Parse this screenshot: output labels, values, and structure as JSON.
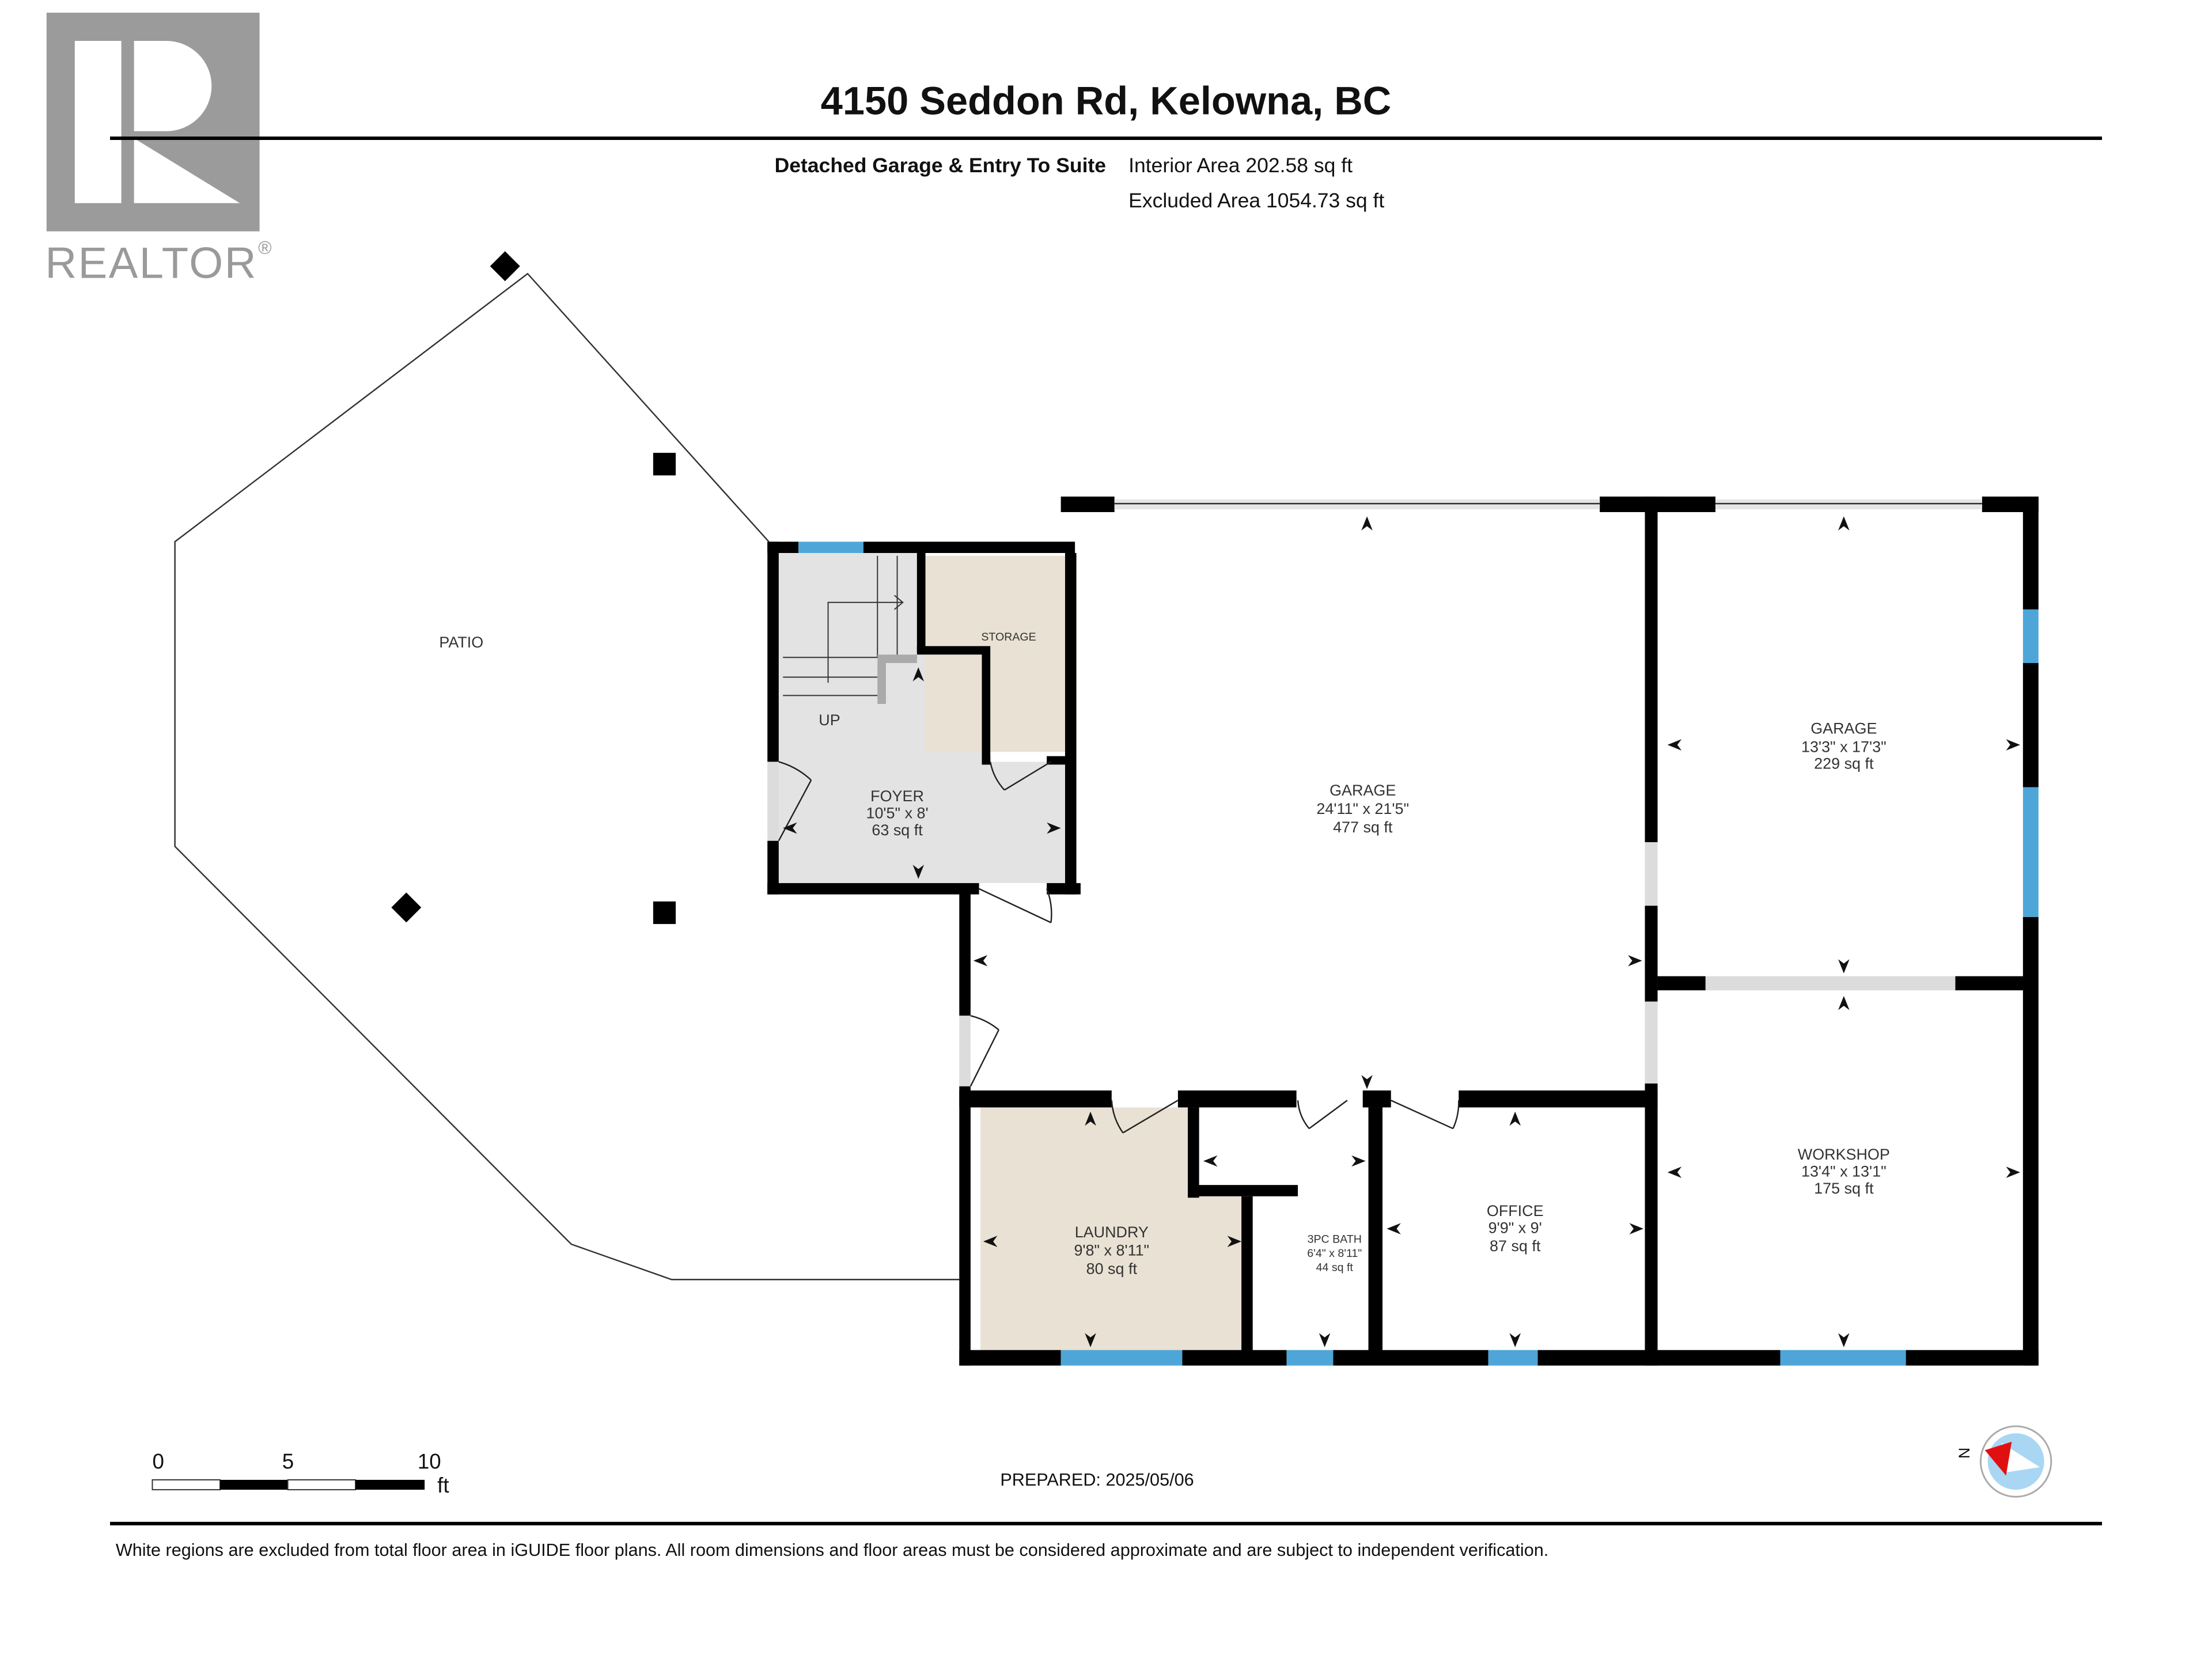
{
  "header": {
    "logo_text": "REALTOR",
    "logo_mark": "®",
    "address": "4150 Seddon Rd, Kelowna, BC",
    "floor_name": "Detached Garage & Entry To Suite",
    "interior_area": "Interior Area 202.58 sq ft",
    "excluded_area": "Excluded Area 1054.73 sq ft"
  },
  "rooms": {
    "patio": {
      "name": "PATIO"
    },
    "storage": {
      "name": "STORAGE"
    },
    "stairs": {
      "label": "UP"
    },
    "foyer": {
      "name": "FOYER",
      "dims": "10'5\" x 8'",
      "area": "63 sq ft"
    },
    "garage_main": {
      "name": "GARAGE",
      "dims": "24'11\" x 21'5\"",
      "area": "477 sq ft"
    },
    "garage_side": {
      "name": "GARAGE",
      "dims": "13'3\" x 17'3\"",
      "area": "229 sq ft"
    },
    "workshop": {
      "name": "WORKSHOP",
      "dims": "13'4\" x 13'1\"",
      "area": "175 sq ft"
    },
    "laundry": {
      "name": "LAUNDRY",
      "dims": "9'8\" x 8'11\"",
      "area": "80 sq ft"
    },
    "bath": {
      "name": "3PC BATH",
      "dims": "6'4\" x 8'11\"",
      "area": "44 sq ft"
    },
    "office": {
      "name": "OFFICE",
      "dims": "9'9\" x 9'",
      "area": "87 sq ft"
    }
  },
  "scale_bar": {
    "ticks": [
      "0",
      "5",
      "10"
    ],
    "unit": "ft"
  },
  "prepared": "PREPARED: 2025/05/06",
  "compass": {
    "label": "N"
  },
  "footer": {
    "disclaimer": "White regions are excluded from total floor area in iGUIDE floor plans. All room dimensions and floor areas must be considered approximate and are subject to independent verification."
  },
  "colors": {
    "wall": "#000000",
    "window": "#4ea6d8",
    "door_opening": "#dcdcdc",
    "foyer_fill": "#e3e3e3",
    "beige_fill": "#e9e1d3",
    "logo_gray": "#9b9b9b",
    "compass_red": "#e11010",
    "compass_blue": "#a9d6f2"
  }
}
